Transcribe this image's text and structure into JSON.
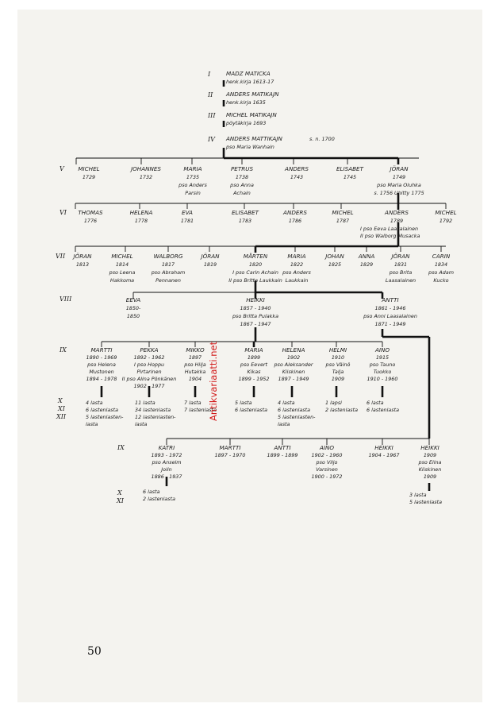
{
  "page_number": "50",
  "watermark": "Antikvariaatti.net",
  "roman": {
    "I": "I",
    "II": "II",
    "III": "III",
    "IV": "IV",
    "V": "V",
    "VI": "VI",
    "VII": "VII",
    "VIII": "VIII",
    "IX": "IX",
    "X": "X",
    "XI": "XI",
    "XII": "XII"
  },
  "gen1": {
    "name": "MADZ MATICKA",
    "note": "henk.kirja 1613-17"
  },
  "gen2": {
    "name": "ANDERS MATIKAJN",
    "note": "henk.kirja 1635"
  },
  "gen3": {
    "name": "MICHEL MATIKAJN",
    "note": "pöytäkirja 1693"
  },
  "gen4": {
    "name": "ANDERS MATTIKAJN",
    "extra": "s. n. 1700",
    "spouse": "pso Maria Wanhain"
  },
  "gen5": [
    {
      "name": "MICHEL",
      "l2": "1729",
      "l3": "",
      "l4": ""
    },
    {
      "name": "JOHANNES",
      "l2": "1732",
      "l3": "",
      "l4": ""
    },
    {
      "name": "MARIA",
      "l2": "1735",
      "l3": "pso Anders",
      "l4": "Parsin"
    },
    {
      "name": "PETRUS",
      "l2": "1738",
      "l3": "pso Anna",
      "l4": "Achain"
    },
    {
      "name": "ANDERS",
      "l2": "1743",
      "l3": "",
      "l4": ""
    },
    {
      "name": "ELISABET",
      "l2": "1745",
      "l3": "",
      "l4": ""
    },
    {
      "name": "JÖRAN",
      "l2": "1749",
      "l3": "pso Maria Oluhka",
      "l4": "s. 1756 Uhitty 1775"
    }
  ],
  "gen6": [
    {
      "name": "THOMAS",
      "l2": "1776"
    },
    {
      "name": "HELENA",
      "l2": "1778"
    },
    {
      "name": "EVA",
      "l2": "1781"
    },
    {
      "name": "ELISABET",
      "l2": "1783"
    },
    {
      "name": "ANDERS",
      "l2": "1786"
    },
    {
      "name": "MICHEL",
      "l2": "1787"
    },
    {
      "name": "ANDERS",
      "l2": "1789"
    },
    {
      "name": "MICHEL",
      "l2": "1792"
    }
  ],
  "gen6_spouses": {
    "s1": "I pso Eeva Laasalainen",
    "s2": "II pso Walborg Musacka"
  },
  "gen7": [
    {
      "name": "JÖRAN",
      "l2": "1813",
      "l3": "",
      "l4": ""
    },
    {
      "name": "MICHEL",
      "l2": "1814",
      "l3": "pso Leena",
      "l4": "Hakkoma"
    },
    {
      "name": "WALBORG",
      "l2": "1817",
      "l3": "pso Abraham",
      "l4": "Pennanen"
    },
    {
      "name": "JÖRAN",
      "l2": "1819",
      "l3": "",
      "l4": ""
    },
    {
      "name": "MÅRTEN",
      "l2": "1820",
      "l3": "I pso Carin Achain",
      "l4": "II pso Britta Laukkain"
    },
    {
      "name": "MARIA",
      "l2": "1822",
      "l3": "pso Anders",
      "l4": "Laukkain"
    },
    {
      "name": "JOHAN",
      "l2": "1825",
      "l3": "",
      "l4": ""
    },
    {
      "name": "ANNA",
      "l2": "1829",
      "l3": "",
      "l4": ""
    },
    {
      "name": "JÖRAN",
      "l2": "1831",
      "l3": "pso Brita",
      "l4": "Laasalainen"
    },
    {
      "name": "CARIN",
      "l2": "1834",
      "l3": "pso Adam",
      "l4": "Kucko"
    }
  ],
  "gen8": [
    {
      "name": "EEVA",
      "l2": "1850-",
      "l3": "1850",
      "l4": ""
    },
    {
      "name": "HEIKKI",
      "l2": "1857 - 1940",
      "l3": "pso Britta Pulakka",
      "l4": "1867 - 1947"
    },
    {
      "name": "ANTTI",
      "l2": "1861 - 1946",
      "l3": "pso Anni Laasalainen",
      "l4": "1871 - 1949"
    }
  ],
  "gen9": [
    {
      "name": "MARTTI",
      "l2": "1890 - 1969",
      "l3": "pso Helena",
      "l4": "Mustonen",
      "l5": "1894 - 1978",
      "k1": "4 lasta",
      "k2": "6 lastenlasta",
      "k3": "5 lastenlasten-",
      "k4": "lasta"
    },
    {
      "name": "PEKKA",
      "l2": "1892 - 1962",
      "l3": "I pso Hoppu",
      "l4": "Pirtarinen",
      "l5": "II pso Alina Pönkänen",
      "l6": "1902 - 1977",
      "k1": "11 lasta",
      "k2": "34 lastenlasta",
      "k3": "12 lastenlasten-",
      "k4": "lasta"
    },
    {
      "name": "MIKKO",
      "l2": "1897",
      "l3": "pso Hilja",
      "l4": "Hutakka",
      "l5": "1904",
      "k1": "7 lasta",
      "k2": "7 lastenlasta",
      "k3": "",
      "k4": ""
    },
    {
      "name": "MARIA",
      "l2": "1899",
      "l3": "pso Eevert",
      "l4": "Kikas",
      "l5": "1899 - 1952",
      "k1": "5 lasta",
      "k2": "6 lastenlasta",
      "k3": "",
      "k4": ""
    },
    {
      "name": "HELENA",
      "l2": "1902",
      "l3": "pso Aleksander",
      "l4": "Kiiskinen",
      "l5": "1897 - 1949",
      "k1": "4 lasta",
      "k2": "6 lastenlasta",
      "k3": "5 lastenlasten-",
      "k4": "lasta"
    },
    {
      "name": "HELMI",
      "l2": "1910",
      "l3": "pso Väinö",
      "l4": "Talja",
      "l5": "1909",
      "k1": "1 lapsi",
      "k2": "2 lastenlasta",
      "k3": "",
      "k4": ""
    },
    {
      "name": "AINO",
      "l2": "1915",
      "l3": "pso Tauno",
      "l4": "Tuokko",
      "l5": "1910 - 1960",
      "k1": "6 lasta",
      "k2": "6 lastenlasta",
      "k3": "",
      "k4": ""
    }
  ],
  "gen9b": [
    {
      "name": "KATRI",
      "l2": "1893 - 1972",
      "l3": "pso Anselm",
      "l4": "Jolin",
      "l5": "1886 - 1937",
      "k1": "6 lasta",
      "k2": "2 lastenlasta"
    },
    {
      "name": "MARTTI",
      "l2": "1897 - 1970",
      "l3": "",
      "l4": "",
      "l5": ""
    },
    {
      "name": "ANTTI",
      "l2": "1899 - 1899",
      "l3": "",
      "l4": "",
      "l5": ""
    },
    {
      "name": "AINO",
      "l2": "1902 - 1960",
      "l3": "pso Viljo",
      "l4": "Varsinen",
      "l5": "1900 - 1972"
    },
    {
      "name": "HEIKKI",
      "l2": "1904 - 1967",
      "l3": "",
      "l4": "",
      "l5": ""
    },
    {
      "name": "HEIKKI",
      "l2": "1909",
      "l3": "pso Elina",
      "l4": "Kiiskinen",
      "l5": "1909",
      "k1": "3 lasta",
      "k2": "5 lastenlasta"
    }
  ]
}
